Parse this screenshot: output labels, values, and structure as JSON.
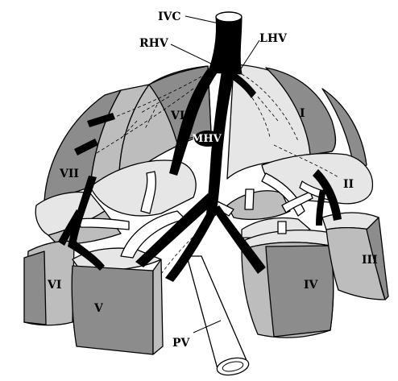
{
  "labels": {
    "ivc": "IVC",
    "rhv": "RHV",
    "lhv": "LHV",
    "mhv": "MHV",
    "pv": "PV",
    "seg1": "I",
    "seg2": "II",
    "seg3": "III",
    "seg4": "IV",
    "seg5": "V",
    "seg6": "VI",
    "seg7": "VII",
    "seg8": "VIII"
  },
  "colors": {
    "dark": "#8c8c8c",
    "medium": "#bdbdbd",
    "light": "#e6e6e6",
    "vein": "#000000",
    "portal": "#ffffff"
  }
}
